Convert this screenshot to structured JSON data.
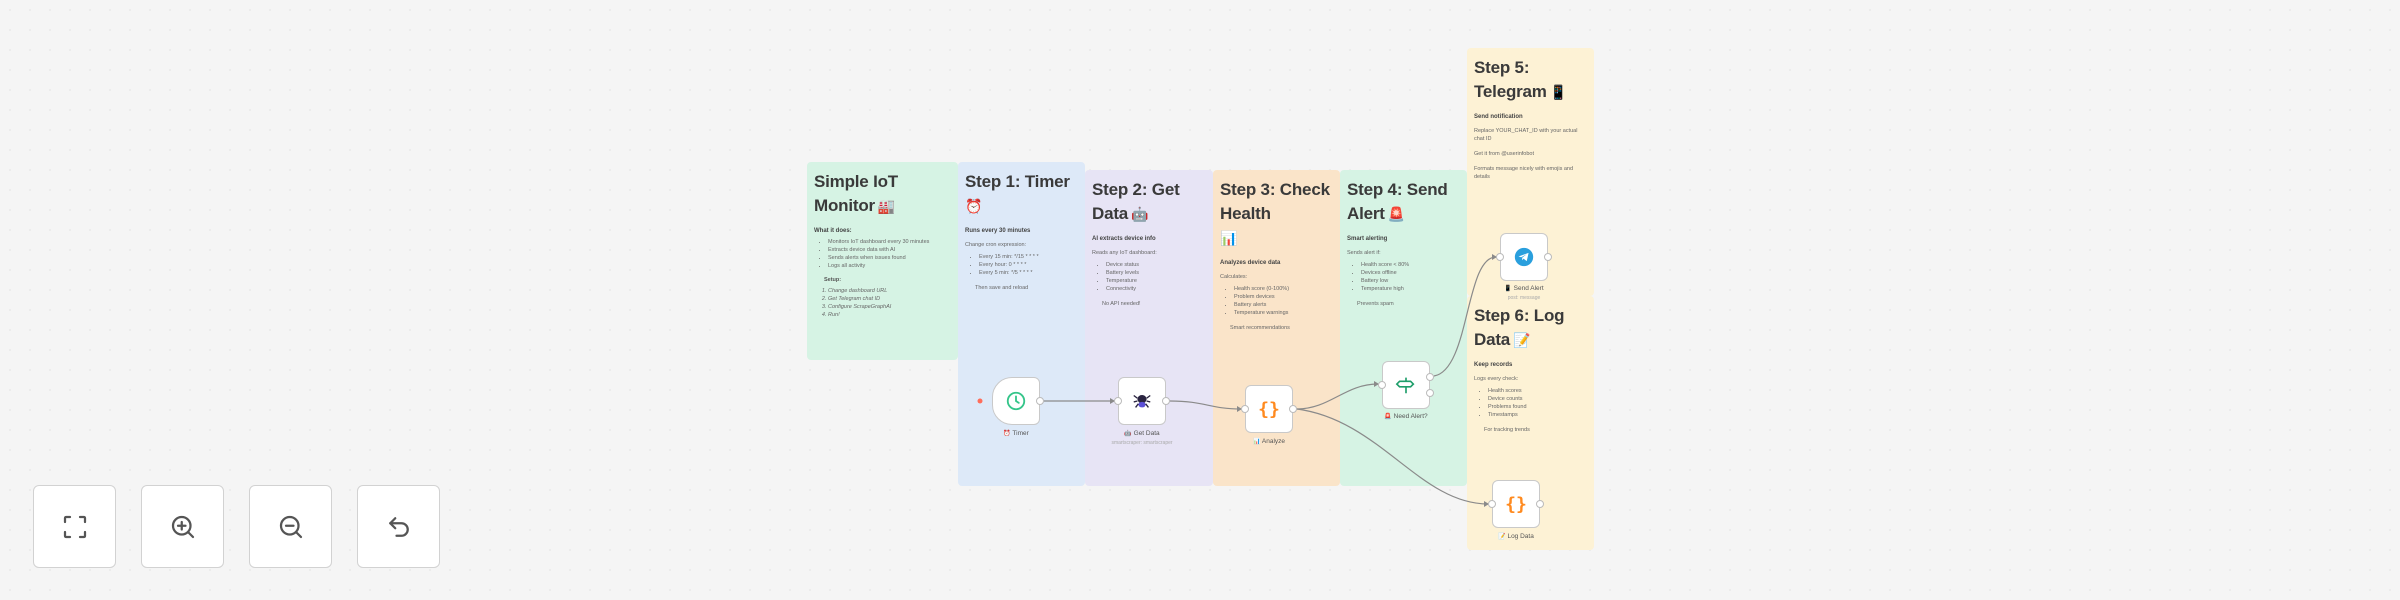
{
  "colors": {
    "green_sticky": "#d6f3e4",
    "blue_sticky": "#dde9f8",
    "lavender_sticky": "#e7e4f5",
    "peach_sticky": "#fae4c9",
    "cream_sticky": "#fdf2d5",
    "canvas_bg": "#f5f5f5",
    "code_orange": "#ff8a1f",
    "timer_green": "#35c58a",
    "telegram_blue": "#2a9fdd"
  },
  "stickies": {
    "overview": {
      "title": "Simple IoT Monitor",
      "emoji": "🏭",
      "subtitle": "What it does:",
      "items": [
        "Monitors IoT dashboard every 30 minutes",
        "Extracts device data with AI",
        "Sends alerts when issues found",
        "Logs all activity"
      ],
      "setup_heading": "Setup:",
      "setup_steps": [
        "Change dashboard URL",
        "Get Telegram chat ID",
        "Configure ScrapeGraphAI",
        "Run!"
      ]
    },
    "step1": {
      "title": "Step 1: Timer",
      "emoji": "⏰",
      "subtitle": "Runs every 30 minutes",
      "intro": "Change cron expression:",
      "items": [
        "Every 15 min: */15 * * * *",
        "Every hour: 0 * * * *",
        "Every 5 min: */5 * * * *"
      ],
      "note": "Then save and reload"
    },
    "step2": {
      "title": "Step 2: Get Data",
      "emoji": "🤖",
      "subtitle": "AI extracts device info",
      "intro": "Reads any IoT dashboard:",
      "items": [
        "Device status",
        "Battery levels",
        "Temperature",
        "Connectivity"
      ],
      "note": "No API needed!"
    },
    "step3": {
      "title": "Step 3: Check Health",
      "emoji": "📊",
      "subtitle": "Analyzes device data",
      "intro": "Calculates:",
      "items": [
        "Health score (0-100%)",
        "Problem devices",
        "Battery alerts",
        "Temperature warnings"
      ],
      "note": "Smart recommendations"
    },
    "step4": {
      "title": "Step 4: Send Alert",
      "emoji": "🚨",
      "subtitle": "Smart alerting",
      "intro": "Sends alert if:",
      "items": [
        "Health score < 80%",
        "Devices offline",
        "Battery low",
        "Temperature high"
      ],
      "note": "Prevents spam"
    },
    "step5": {
      "title": "Step 5: Telegram",
      "emoji": "📱",
      "subtitle": "Send notification",
      "paragraphs": [
        "Replace YOUR_CHAT_ID with your actual chat ID",
        "Get it from @userinfobot",
        "Formats message nicely with emojis and details"
      ]
    },
    "step6": {
      "title": "Step 6: Log Data",
      "emoji": "📝",
      "subtitle": "Keep records",
      "intro": "Logs every check:",
      "items": [
        "Health scores",
        "Device counts",
        "Problems found",
        "Timestamps"
      ],
      "note": "For tracking trends"
    }
  },
  "nodes": {
    "timer": {
      "label": "Timer",
      "emoji": "⏰",
      "icon": "clock-icon"
    },
    "get_data": {
      "label": "Get Data",
      "emoji": "🤖",
      "sub": "smartscraper: smartscraper",
      "icon": "scraper-spider-icon"
    },
    "analyze": {
      "label": "Analyze",
      "emoji": "📊",
      "icon": "code-braces-icon"
    },
    "need_alert": {
      "label": "Need Alert?",
      "emoji": "🚨",
      "icon": "if-signpost-icon"
    },
    "send_alert": {
      "label": "Send Alert",
      "emoji": "📱",
      "sub": "post: message",
      "icon": "telegram-icon"
    },
    "log_data": {
      "label": "Log Data",
      "emoji": "📝",
      "icon": "code-braces-icon"
    }
  },
  "controls": [
    {
      "name": "fit-view",
      "icon": "fullscreen-icon"
    },
    {
      "name": "zoom-in",
      "icon": "zoom-in-icon"
    },
    {
      "name": "zoom-out",
      "icon": "zoom-out-icon"
    },
    {
      "name": "reset",
      "icon": "undo-icon"
    }
  ]
}
